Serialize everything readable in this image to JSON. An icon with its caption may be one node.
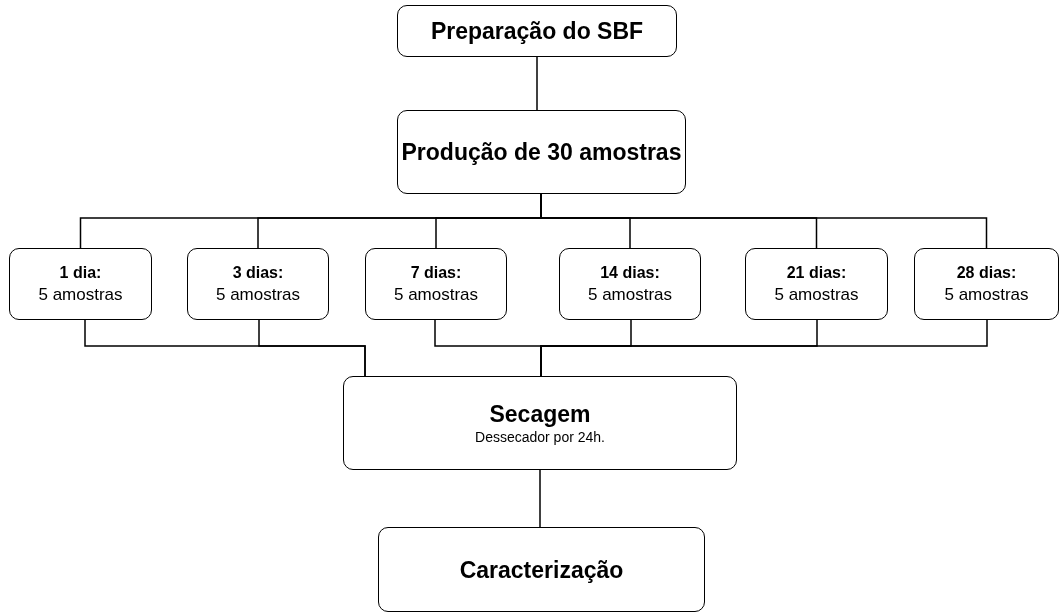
{
  "diagram": {
    "nodes": [
      {
        "text": [
          "Preparação do SBF"
        ]
      },
      {
        "text": [
          "Produção de 30 amostras"
        ]
      },
      {
        "text": [
          "1 dia:",
          "5 amostras"
        ]
      },
      {
        "text": [
          "3 dias:",
          "5 amostras"
        ]
      },
      {
        "text": [
          "7 dias:",
          "5 amostras"
        ]
      },
      {
        "text": [
          "14 dias:",
          "5 amostras"
        ]
      },
      {
        "text": [
          "21 dias:",
          "5 amostras"
        ]
      },
      {
        "text": [
          "28 dias:",
          "5 amostras"
        ]
      },
      {
        "text": [
          "Secagem",
          "Dessecador por 24h."
        ]
      },
      {
        "text": [
          "Caracterização"
        ]
      }
    ],
    "edges": [
      {
        "from": 0,
        "to": 1,
        "arrow": "none"
      },
      {
        "from": 1,
        "to": 2,
        "arrow": "none"
      },
      {
        "from": 1,
        "to": 3,
        "arrow": "none"
      },
      {
        "from": 1,
        "to": 4,
        "arrow": "none"
      },
      {
        "from": 1,
        "to": 5,
        "arrow": "none"
      },
      {
        "from": 1,
        "to": 6,
        "arrow": "none"
      },
      {
        "from": 1,
        "to": 7,
        "arrow": "none"
      },
      {
        "from": 2,
        "to": 8,
        "arrow": "none"
      },
      {
        "from": 3,
        "to": 8,
        "arrow": "none"
      },
      {
        "from": 4,
        "to": 8,
        "arrow": "none"
      },
      {
        "from": 5,
        "to": 8,
        "arrow": "none"
      },
      {
        "from": 6,
        "to": 8,
        "arrow": "none"
      },
      {
        "from": 7,
        "to": 8,
        "arrow": "none"
      },
      {
        "from": 8,
        "to": 9,
        "arrow": "none"
      }
    ]
  }
}
